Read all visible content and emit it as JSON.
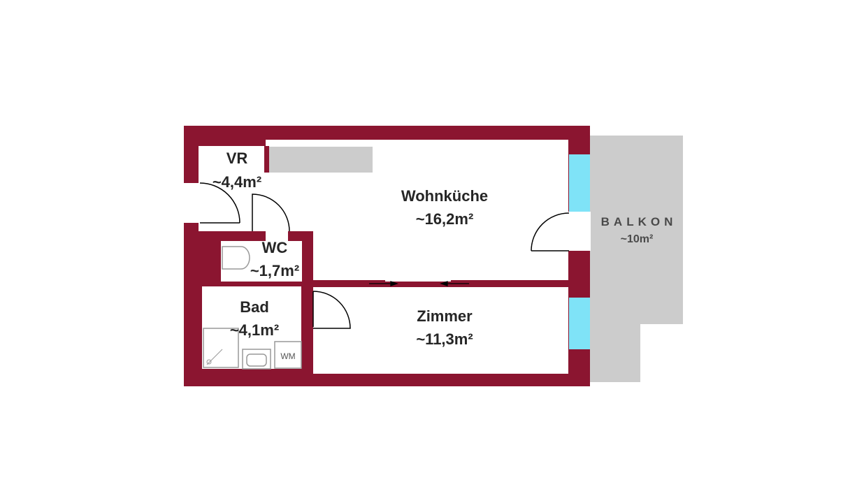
{
  "colors": {
    "wall": "#8b1530",
    "floor": "#ffffff",
    "window": "#7fe3f7",
    "balcony": "#cccccc",
    "kitchen_counter": "#cccccc",
    "fixture_stroke": "#999999"
  },
  "rooms": {
    "vr": {
      "name": "VR",
      "area": "~4,4m²"
    },
    "wc": {
      "name": "WC",
      "area": "~1,7m²"
    },
    "bad": {
      "name": "Bad",
      "area": "~4,1m²"
    },
    "wohnkueche": {
      "name": "Wohnküche",
      "area": "~16,2m²"
    },
    "zimmer": {
      "name": "Zimmer",
      "area": "~11,3m²"
    },
    "balkon": {
      "name": "BALKON",
      "area": "~10m²"
    }
  },
  "fixtures": {
    "washing_machine": "WM"
  }
}
